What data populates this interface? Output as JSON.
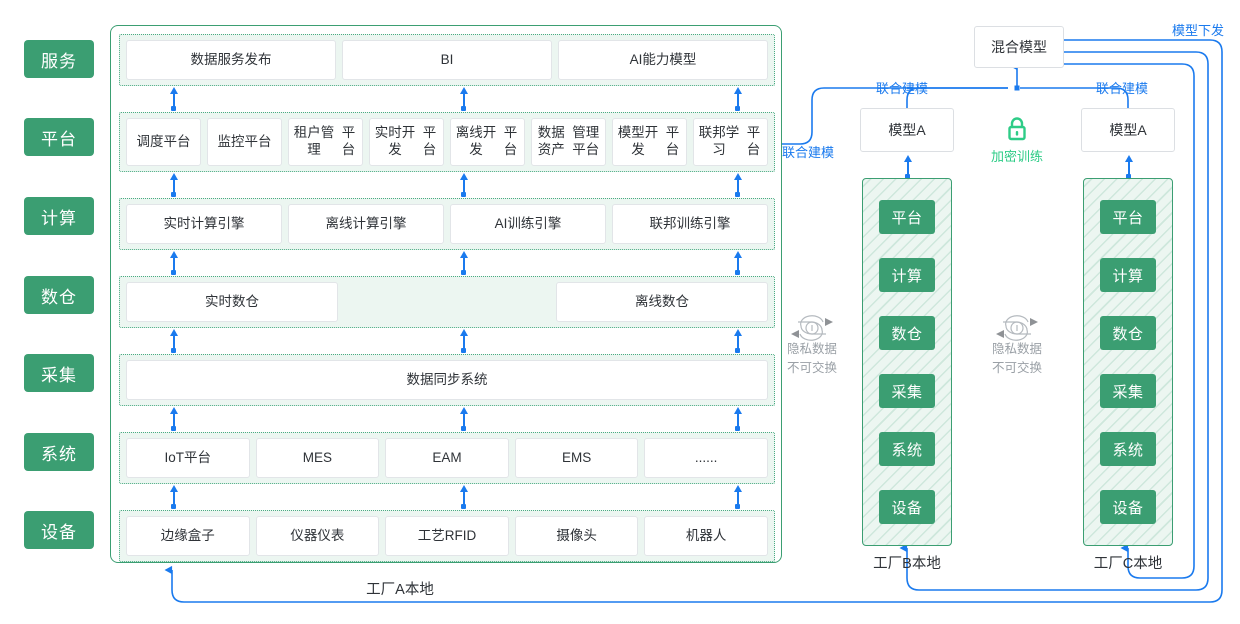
{
  "stage_labels": [
    {
      "name": "service",
      "text": "服务"
    },
    {
      "name": "platform",
      "text": "平台"
    },
    {
      "name": "compute",
      "text": "计算"
    },
    {
      "name": "warehouse",
      "text": "数仓"
    },
    {
      "name": "collect",
      "text": "采集"
    },
    {
      "name": "system",
      "text": "系统"
    },
    {
      "name": "device",
      "text": "设备"
    }
  ],
  "factory_a": {
    "caption": "工厂A本地",
    "rows": {
      "service": [
        "数据服务发布",
        "BI",
        "AI能力模型"
      ],
      "platform": [
        "调度平台",
        "监控平台",
        "租户管理\n平台",
        "实时开发\n平台",
        "离线开发\n平台",
        "数据资产\n管理平台",
        "模型开发\n平台",
        "联邦学习\n平台"
      ],
      "compute": [
        "实时计算引擎",
        "离线计算引擎",
        "AI训练引擎",
        "联邦训练引擎"
      ],
      "warehouse": [
        "实时数仓",
        "",
        "离线数仓"
      ],
      "collect": [
        "数据同步系统"
      ],
      "system": [
        "IoT平台",
        "MES",
        "EAM",
        "EMS",
        "......"
      ],
      "device": [
        "边缘盒子",
        "仪器仪表",
        "工艺RFID",
        "摄像头",
        "机器人"
      ]
    }
  },
  "hybrid_model": {
    "label": "混合模型"
  },
  "model_boxes": [
    {
      "name": "model-a-left",
      "label": "模型A"
    },
    {
      "name": "model-a-right",
      "label": "模型A"
    }
  ],
  "encryption": {
    "icon": "lock-icon",
    "label": "加密训练",
    "color": "#2ecc87"
  },
  "privacy_notes": [
    {
      "name": "privacy-note-b",
      "icon": "no-exchange-loop-icon",
      "line1": "隐私数据",
      "line2": "不可交换"
    },
    {
      "name": "privacy-note-c",
      "icon": "no-exchange-loop-icon",
      "line1": "隐私数据",
      "line2": "不可交换"
    }
  ],
  "wire_labels": {
    "joint_modeling_a": "联合建模",
    "joint_modeling_b": "联合建模",
    "joint_modeling_c": "联合建模",
    "model_distribution": "模型下发"
  },
  "factory_b": {
    "caption": "工厂B本地",
    "stack": [
      "平台",
      "计算",
      "数仓",
      "采集",
      "系统",
      "设备"
    ]
  },
  "factory_c": {
    "caption": "工厂C本地",
    "stack": [
      "平台",
      "计算",
      "数仓",
      "采集",
      "系统",
      "设备"
    ]
  },
  "colors": {
    "green": "#3b9e72",
    "green_bright": "#2ecc87",
    "blue": "#1a7aee",
    "row_bg": "#ecf6f1",
    "gray_text": "#9aa0a6"
  }
}
